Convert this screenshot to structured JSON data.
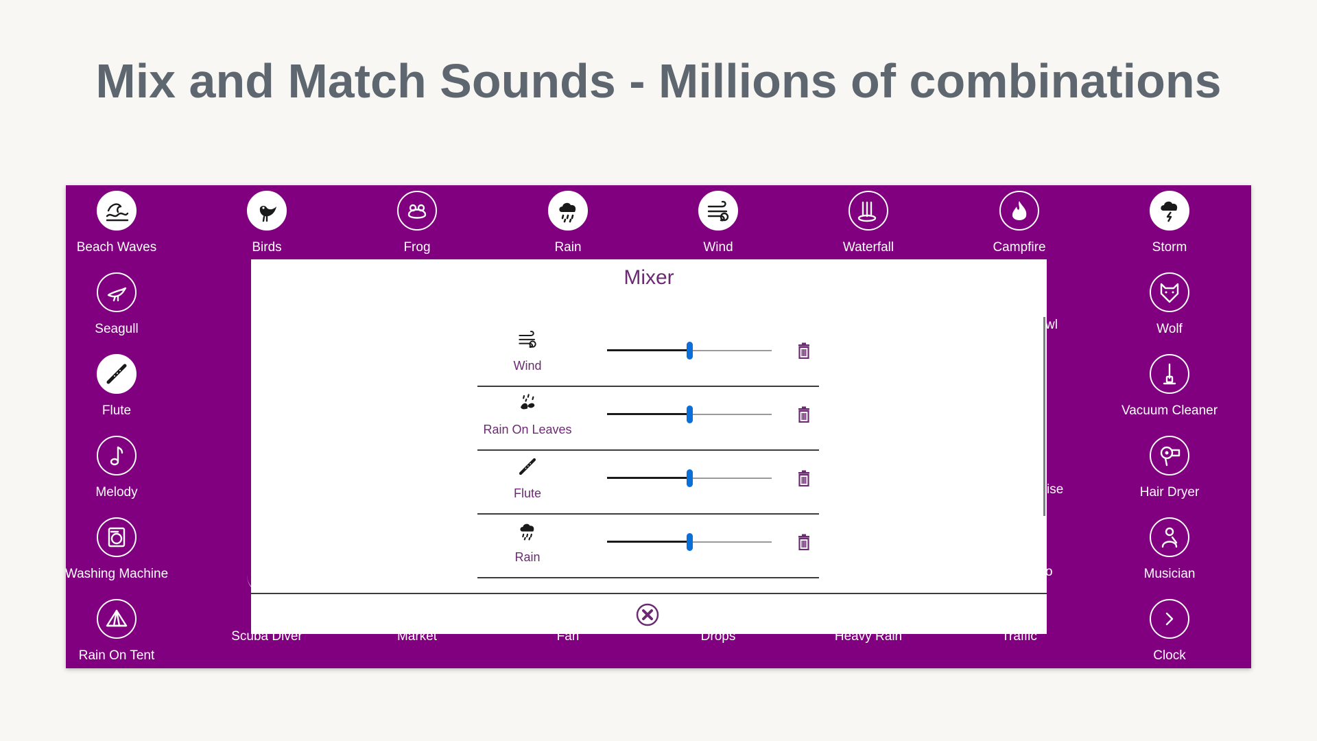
{
  "headline": "Mix and Match Sounds - Millions of combinations",
  "colors": {
    "app_background": "#800080",
    "page_background": "#f9f7f3",
    "headline": "#5e6670",
    "mixer_text": "#6b2a72",
    "slider_thumb": "#0a6fd8"
  },
  "top_row": [
    {
      "label": "Beach Waves",
      "icon": "waves-icon"
    },
    {
      "label": "Birds",
      "icon": "bird-icon"
    },
    {
      "label": "Frog",
      "icon": "frog-icon"
    },
    {
      "label": "Rain",
      "icon": "rain-cloud-icon"
    },
    {
      "label": "Wind",
      "icon": "wind-icon"
    },
    {
      "label": "Waterfall",
      "icon": "waterfall-icon"
    },
    {
      "label": "Campfire",
      "icon": "fire-icon"
    },
    {
      "label": "Storm",
      "icon": "storm-icon"
    }
  ],
  "left_column": [
    {
      "label": "Seagull",
      "icon": "seagull-icon"
    },
    {
      "label": "Flute",
      "icon": "flute-icon"
    },
    {
      "label": "Melody",
      "icon": "music-note-icon"
    },
    {
      "label": "Washing Machine",
      "icon": "washing-machine-icon"
    },
    {
      "label": "Rain On Tent",
      "icon": "tent-icon"
    }
  ],
  "right_column": [
    {
      "label": "Wolf",
      "icon": "wolf-icon"
    },
    {
      "label": "Vacuum Cleaner",
      "icon": "vacuum-icon"
    },
    {
      "label": "Hair Dryer",
      "icon": "hair-dryer-icon"
    },
    {
      "label": "Musician",
      "icon": "musician-icon"
    },
    {
      "label": "Clock",
      "icon": "clock-icon"
    }
  ],
  "bottom_row": [
    {
      "label": "Scuba Diver"
    },
    {
      "label": "Market"
    },
    {
      "label": "Fan"
    },
    {
      "label": "Drops"
    },
    {
      "label": "Heavy Rain"
    },
    {
      "label": "Traffic"
    }
  ],
  "partial_labels": [
    "wl",
    "ise",
    "o"
  ],
  "mixer": {
    "title": "Mixer",
    "tracks": [
      {
        "name": "Wind",
        "icon": "wind-icon",
        "volume": 0.5
      },
      {
        "name": "Rain On Leaves",
        "icon": "rain-on-leaves-icon",
        "volume": 0.5
      },
      {
        "name": "Flute",
        "icon": "flute-icon",
        "volume": 0.5
      },
      {
        "name": "Rain",
        "icon": "rain-cloud-icon",
        "volume": 0.5
      }
    ],
    "close_icon": "close-icon",
    "delete_icon": "trash-icon"
  }
}
